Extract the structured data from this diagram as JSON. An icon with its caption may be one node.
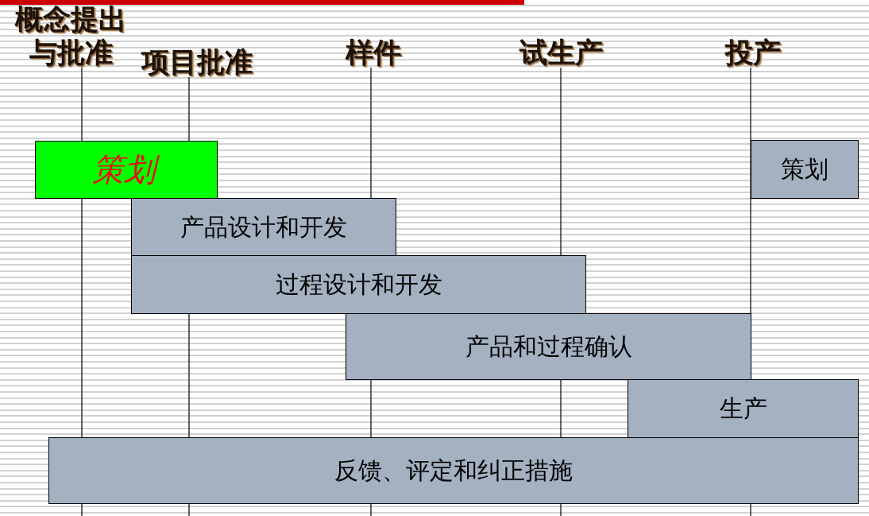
{
  "diagram": {
    "nodes": [
      {
        "text": [
          "策划"
        ]
      },
      {
        "text": [
          "策划"
        ]
      },
      {
        "text": [
          "产品设计和开发"
        ]
      },
      {
        "text": [
          "过程设计和开发"
        ]
      },
      {
        "text": [
          "产品和过程确认"
        ]
      },
      {
        "text": [
          "生产"
        ]
      },
      {
        "text": [
          "反馈、评定和纠正措施"
        ]
      }
    ],
    "edges": [],
    "labels": [
      "概念提出与批准",
      "项目批准",
      "样件",
      "试生产",
      "投产"
    ]
  }
}
